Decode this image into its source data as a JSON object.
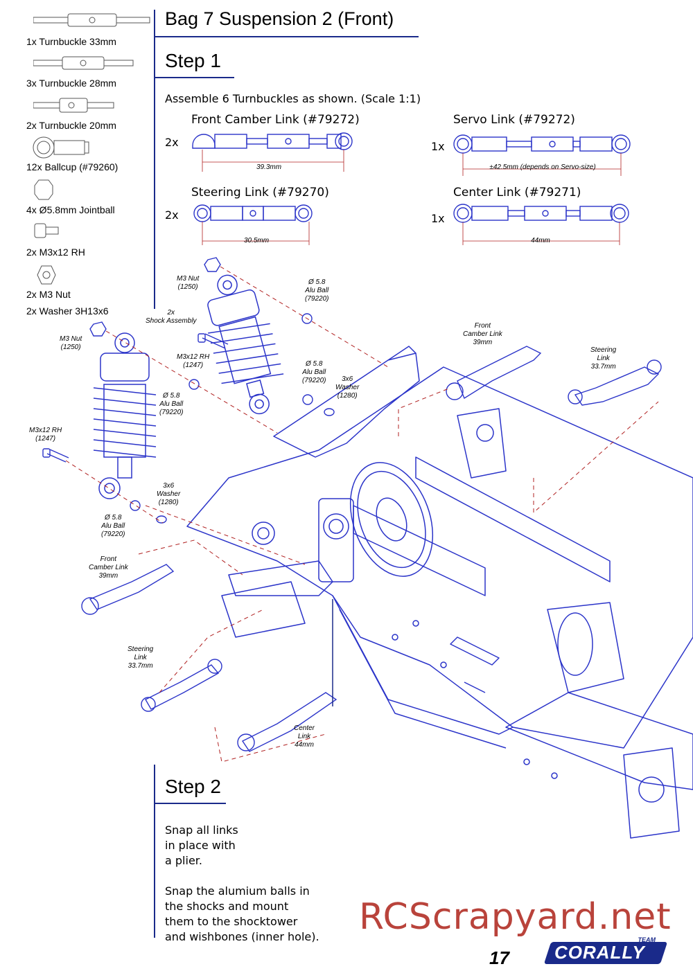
{
  "header": {
    "title": "Bag 7 Suspension 2 (Front)",
    "step1": "Step 1",
    "step2": "Step 2"
  },
  "parts": [
    {
      "label": "1x  Turnbuckle 33mm",
      "icon": "turnbuckle-33mm-icon"
    },
    {
      "label": "3x  Turnbuckle 28mm",
      "icon": "turnbuckle-28mm-icon"
    },
    {
      "label": "2x  Turnbuckle 20mm",
      "icon": "turnbuckle-20mm-icon"
    },
    {
      "label": "12x  Ballcup (#79260)",
      "icon": "ballcup-icon"
    },
    {
      "label": "4x  Ø5.8mm Jointball",
      "icon": "jointball-icon"
    },
    {
      "label": "2x  M3x12 RH",
      "icon": "screw-icon"
    },
    {
      "label": "2x  M3 Nut",
      "icon": "nut-icon"
    },
    {
      "label": "2x  Washer 3H13x6",
      "icon": "washer-icon"
    }
  ],
  "step1": {
    "instruction": "Assemble 6 Turnbuckles as shown. (Scale 1:1)",
    "links": [
      {
        "title": "Front Camber Link (#79272)",
        "qty": "2x",
        "dimension": "39.3mm"
      },
      {
        "title": "Servo Link (#79272)",
        "qty": "1x",
        "dimension": "±42.5mm (depends on Servo-size)"
      },
      {
        "title": "Steering Link (#79270)",
        "qty": "2x",
        "dimension": "30.5mm"
      },
      {
        "title": "Center Link (#79271)",
        "qty": "1x",
        "dimension": "44mm"
      }
    ]
  },
  "callouts": {
    "m3nut_a": "M3 Nut\n(1250)",
    "aluball_a": "Ø 5.8\nAlu Ball\n(79220)",
    "shock_assembly": "2x\nShock Assembly",
    "m3nut_b": "M3 Nut\n(1250)",
    "m3x12_a": "M3x12 RH\n(1247)",
    "aluball_b": "Ø 5.8\nAlu Ball\n(79220)",
    "washer_a": "3x6\nWasher\n(1280)",
    "aluball_c": "Ø 5.8\nAlu Ball\n(79220)",
    "m3x12_b": "M3x12 RH\n(1247)",
    "washer_b": "3x6\nWasher\n(1280)",
    "aluball_d": "Ø 5.8\nAlu Ball\n(79220)",
    "front_camber_a": "Front\nCamber Link\n39mm",
    "steering_a": "Steering\nLink\n33.7mm",
    "front_camber_b": "Front\nCamber Link\n39mm",
    "steering_b": "Steering\nLink\n33.7mm",
    "center_link": "Center\nLink\n44mm"
  },
  "step2": {
    "para1": "Snap all links\nin place with\na plier.",
    "para2": "Snap the alumium balls in\nthe shocks and mount\nthem to the shocktower\nand wishbones (inner hole)."
  },
  "footer": {
    "watermark": "RCScrapyard.net",
    "page_number": "17",
    "logo_team": "TEAM",
    "logo_brand": "CORALLY"
  },
  "colors": {
    "line_blue": "#1a2a8a",
    "drawing_blue": "#2b34c9",
    "watermark": "#b9433b",
    "dim_red": "#b02020"
  }
}
